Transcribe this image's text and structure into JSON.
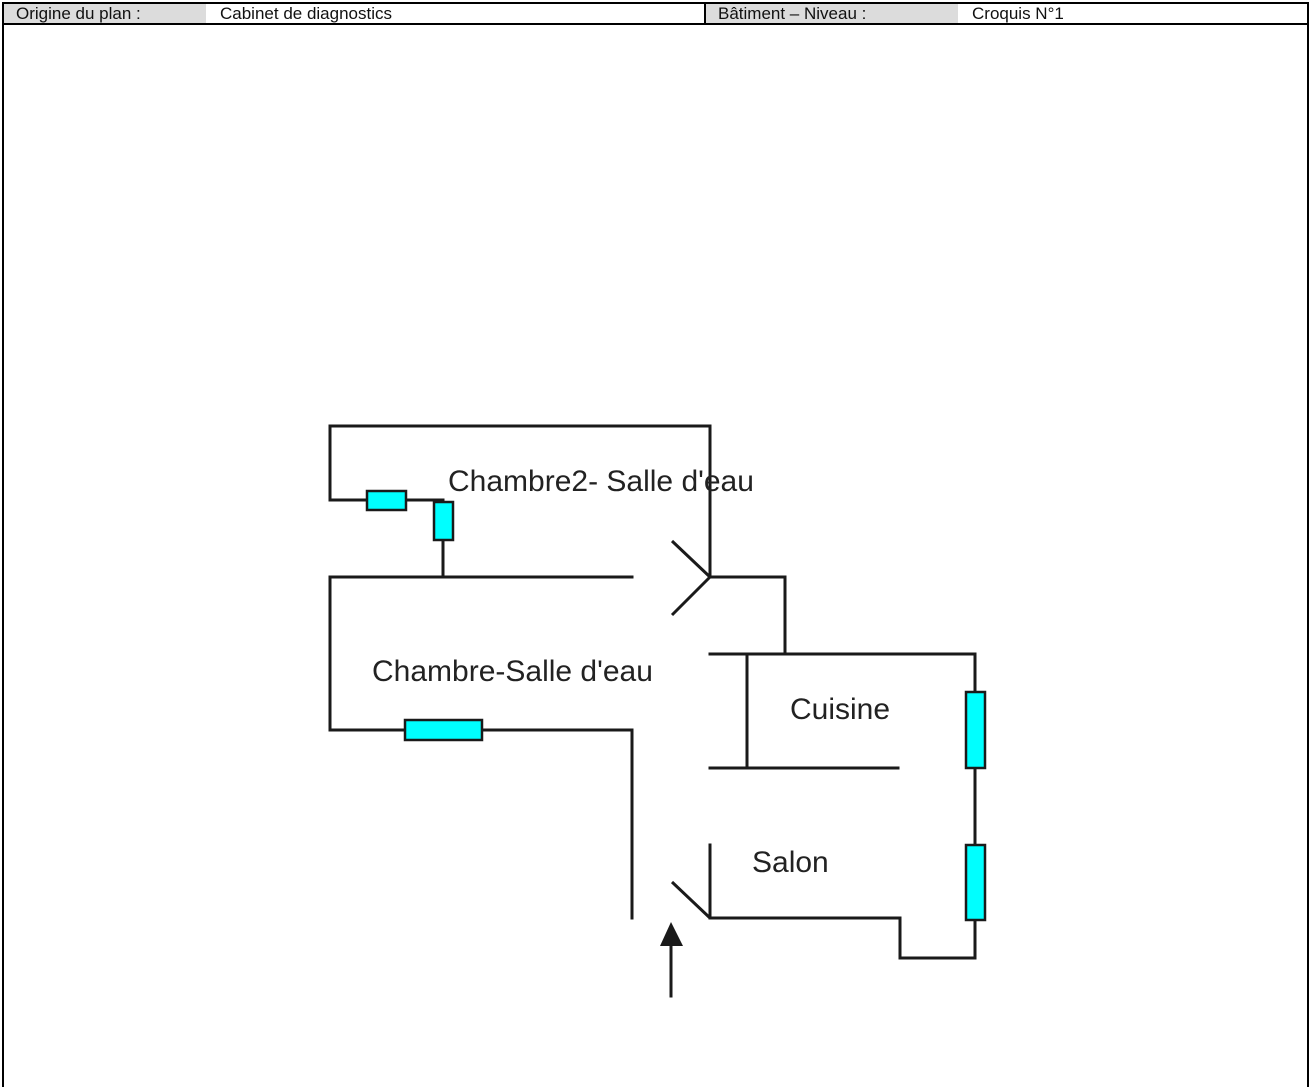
{
  "header": {
    "origin_label": "Origine du plan :",
    "origin_value": "Cabinet de diagnostics",
    "building_label": "Bâtiment – Niveau :",
    "building_value": "Croquis N°1"
  },
  "rooms": {
    "chambre2": "Chambre2- Salle d'eau",
    "chambre": "Chambre-Salle d'eau",
    "cuisine": "Cuisine",
    "salon": "Salon"
  },
  "colors": {
    "window_fill": "#00ffff",
    "wall": "#1a1a1a",
    "header_label_bg": "#dcdcdc"
  },
  "icons": {
    "entrance": "entrance-arrow-icon"
  }
}
